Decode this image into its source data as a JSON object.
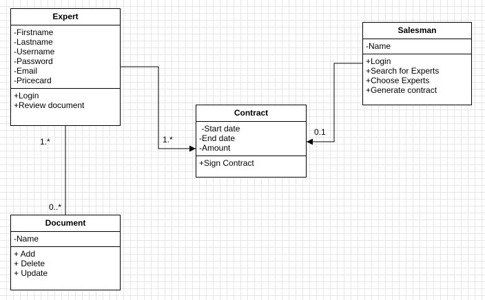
{
  "classes": {
    "expert": {
      "name": "Expert",
      "attributes": [
        "-Firstname",
        "-Lastname",
        "-Username",
        "-Password",
        "-Email",
        "-Pricecard"
      ],
      "operations": [
        "+Login",
        "+Review document"
      ]
    },
    "salesman": {
      "name": "Salesman",
      "attributes": [
        "-Name"
      ],
      "operations": [
        "+Login",
        "+Search for Experts",
        "+Choose Experts",
        "+Generate contract"
      ]
    },
    "contract": {
      "name": "Contract",
      "attributes": [
        " -Start date",
        "-End date",
        "-Amount"
      ],
      "operations": [
        "+Sign Contract"
      ]
    },
    "document": {
      "name": "Document",
      "attributes": [
        "-Name"
      ],
      "operations": [
        "+ Add",
        "+ Delete",
        "+ Update"
      ]
    }
  },
  "multiplicities": {
    "expert_document_expert_end": "1.*",
    "expert_document_document_end": "0..*",
    "expert_contract_contract_end": "1.*",
    "salesman_contract_contract_end": "0.1"
  }
}
